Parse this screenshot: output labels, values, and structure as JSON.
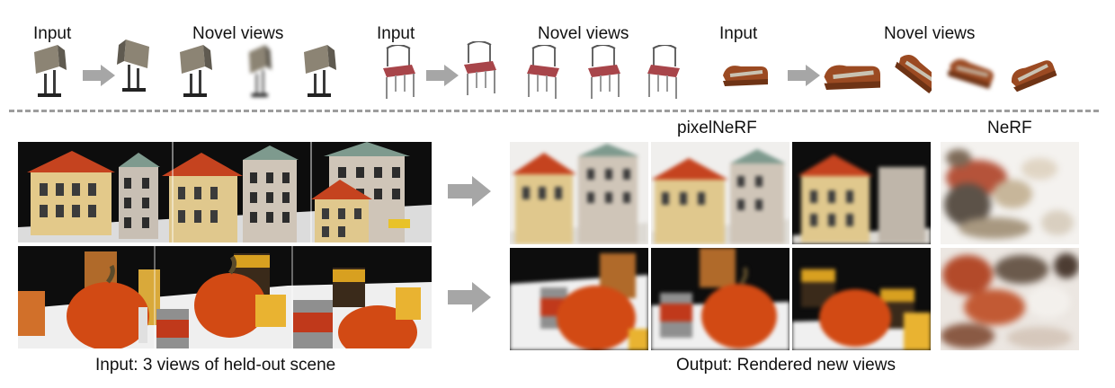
{
  "top_row": {
    "groups": [
      {
        "input_label": "Input",
        "novel_label": "Novel views",
        "object": "lamp"
      },
      {
        "input_label": "Input",
        "novel_label": "Novel views",
        "object": "chair"
      },
      {
        "input_label": "Input",
        "novel_label": "Novel views",
        "object": "sofa"
      }
    ]
  },
  "methods": {
    "pixelnerf_label": "pixelNeRF",
    "nerf_label": "NeRF"
  },
  "captions": {
    "input": "Input: 3 views of held-out scene",
    "output": "Output: Rendered new views"
  },
  "scenes": [
    "building",
    "pumpkin"
  ],
  "colors": {
    "arrow": "#a6a6a6",
    "divider": "#9d9d9d",
    "brick_red": "#c5431f",
    "pumpkin": "#d24a14"
  }
}
